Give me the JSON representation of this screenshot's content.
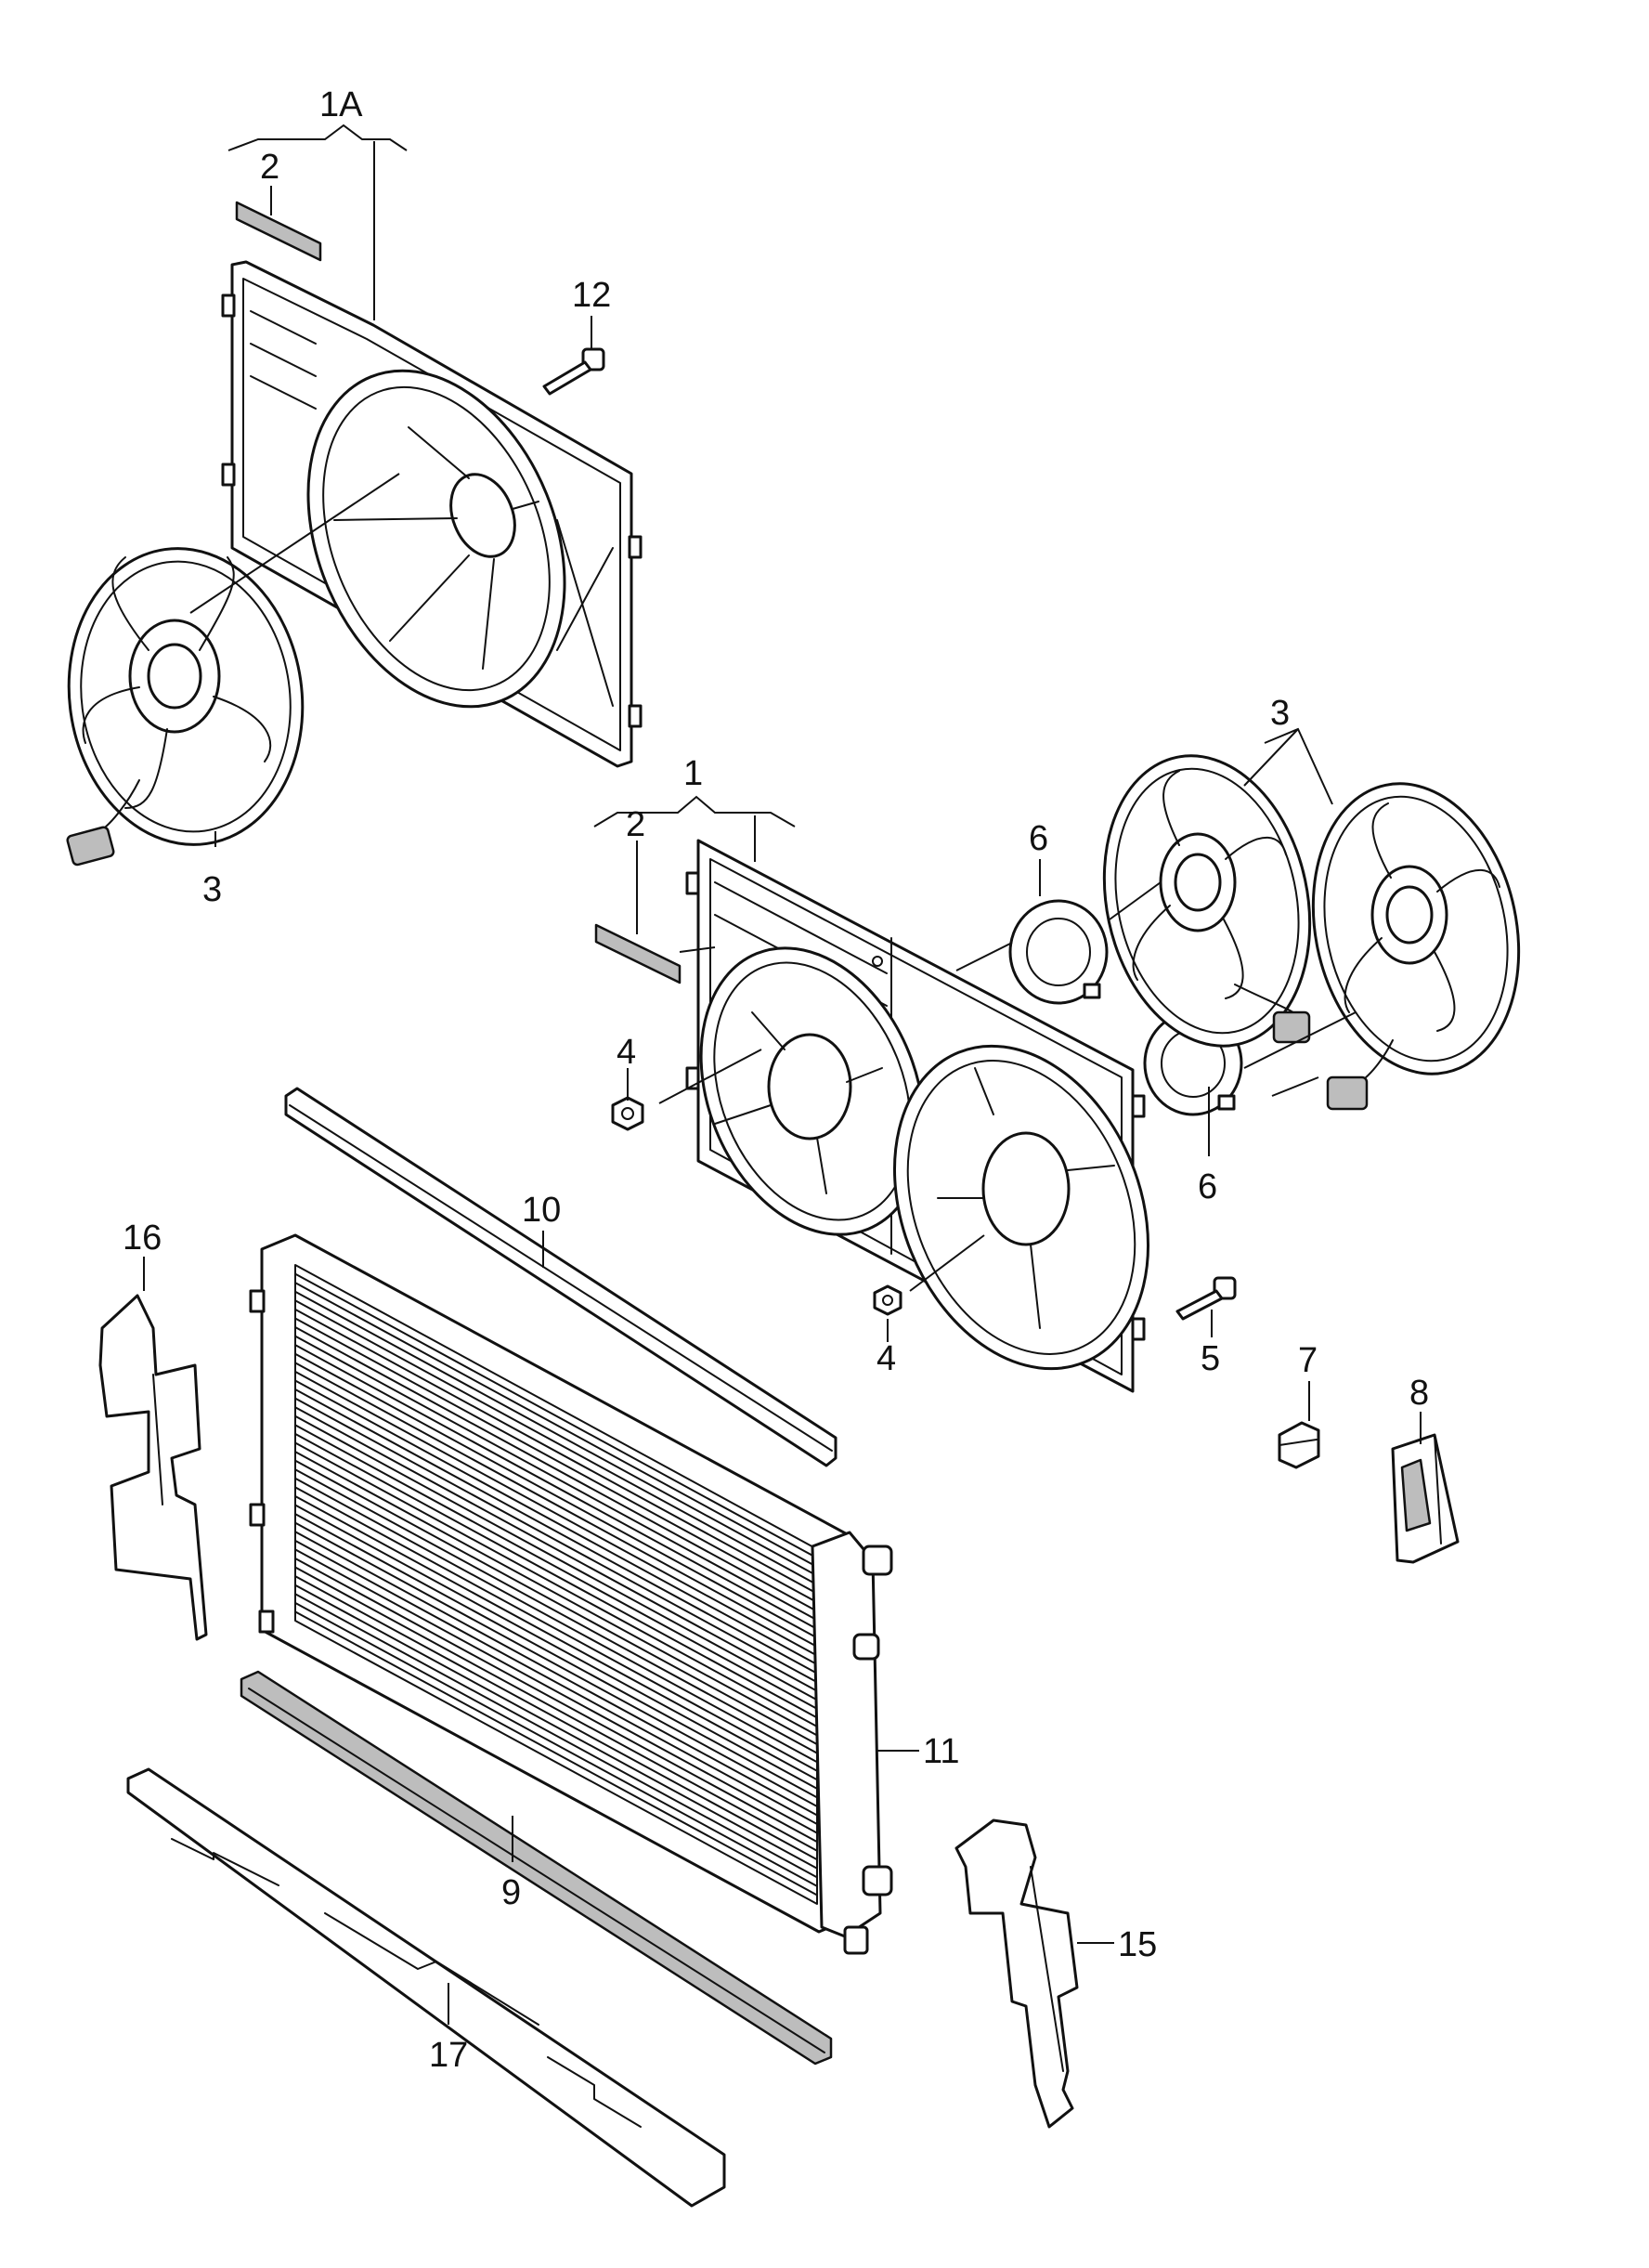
{
  "callouts": {
    "c1A": "1A",
    "c1": "1",
    "c2a": "2",
    "c2b": "2",
    "c3a": "3",
    "c3b": "3",
    "c4a": "4",
    "c4b": "4",
    "c5": "5",
    "c6a": "6",
    "c6b": "6",
    "c7": "7",
    "c8": "8",
    "c9": "9",
    "c10": "10",
    "c11": "11",
    "c12": "12",
    "c15": "15",
    "c16": "16",
    "c17": "17"
  },
  "colors": {
    "line": "#111111",
    "fill": "#ffffff",
    "shade": "#bdbdbd"
  }
}
